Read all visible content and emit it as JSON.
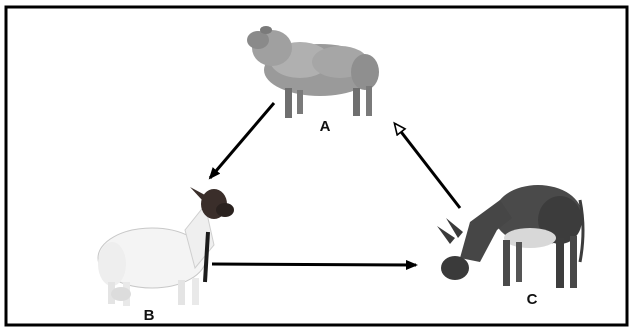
{
  "diagram": {
    "nodes": [
      {
        "id": "A",
        "label": "A",
        "animal_icon": "sheep-icon"
      },
      {
        "id": "B",
        "label": "B",
        "animal_icon": "goat-icon"
      },
      {
        "id": "C",
        "label": "C",
        "animal_icon": "donkey-icon"
      }
    ],
    "edges": [
      {
        "from": "A",
        "to": "B"
      },
      {
        "from": "B",
        "to": "C"
      },
      {
        "from": "C",
        "to": "A"
      }
    ],
    "colors": {
      "border": "#000000",
      "arrow": "#000000",
      "background": "#ffffff"
    }
  }
}
